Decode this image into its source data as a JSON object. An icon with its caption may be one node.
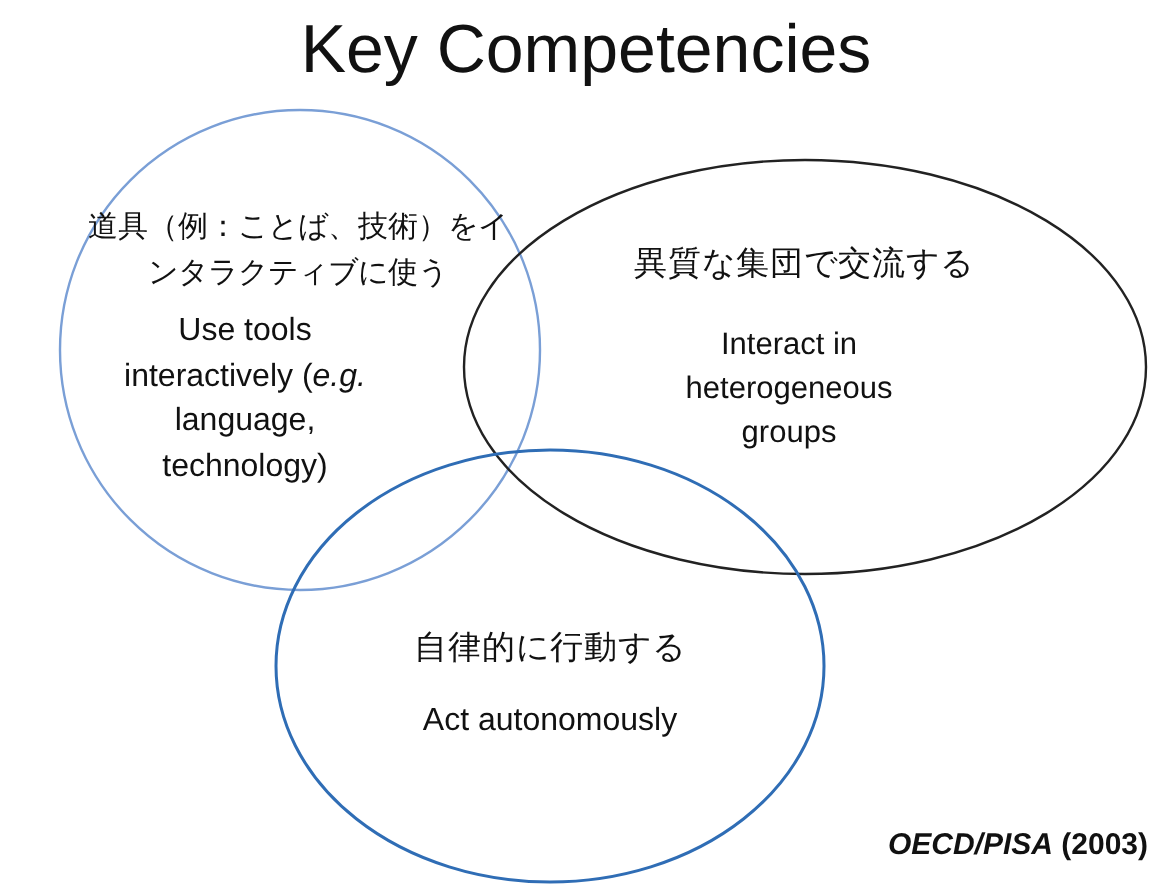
{
  "diagram": {
    "title": "Key Competencies",
    "nodes": [
      {
        "text": [
          "道具（例：ことば、技術）をインタラクティブに使う",
          "Use tools interactively (*e.g.* language, technology)"
        ]
      },
      {
        "text": [
          "異質な集団で交流する",
          "Interact in heterogeneous groups"
        ]
      },
      {
        "text": [
          "自律的に行動する",
          "Act autonomously"
        ]
      }
    ],
    "caption": "*OECD/PISA* (2003)"
  }
}
